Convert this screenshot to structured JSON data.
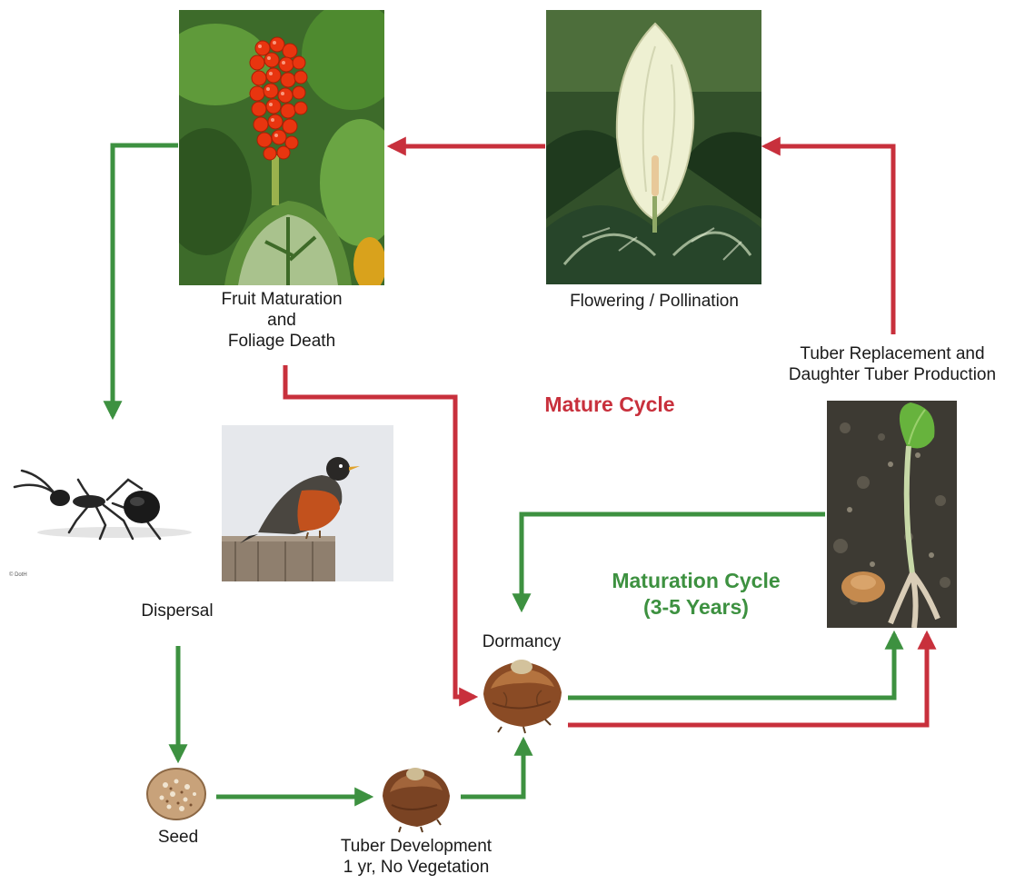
{
  "colors": {
    "mature": "#c8303c",
    "maturation": "#3d9140"
  },
  "images": {
    "fruit": "arum-fruit-cluster-photo",
    "flower": "arum-flower-spathe-photo",
    "ant": "ant-photo",
    "bird": "robin-photo",
    "seed": "seed-photo",
    "tuber_small": "small-tuber-photo",
    "tuber_dormant": "dormant-tuber-photo",
    "sprout": "tuber-sprout-photo",
    "ant_credit": "© DotH"
  },
  "labels": {
    "fruit": [
      "Fruit Maturation",
      "and",
      "Foliage Death"
    ],
    "flowering": "Flowering / Pollination",
    "tuber_replacement": [
      "Tuber Replacement and",
      "Daughter Tuber Production"
    ],
    "dispersal": "Dispersal",
    "seed": "Seed",
    "tuber_development": [
      "Tuber Development",
      "1 yr, No Vegetation"
    ],
    "dormancy": "Dormancy"
  },
  "cycles": {
    "mature": "Mature Cycle",
    "maturation": [
      "Maturation Cycle",
      "(3-5 Years)"
    ]
  }
}
